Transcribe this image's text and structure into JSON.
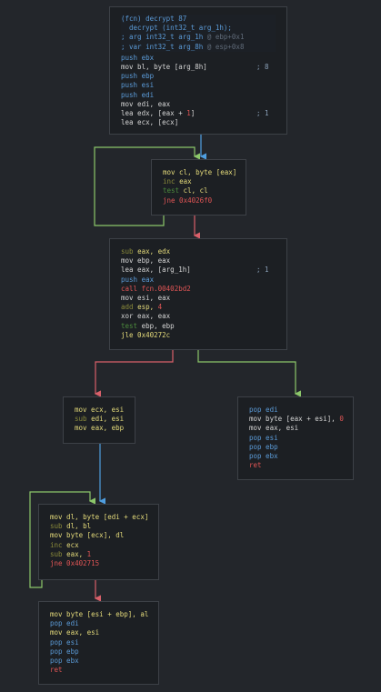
{
  "colors": {
    "edge_true": "#8cc76a",
    "edge_false": "#d9606a",
    "edge_jump": "#4f9ee0",
    "background": "#23262b",
    "block_bg": "#1c1f23"
  },
  "blocks": [
    {
      "id": "b1",
      "header": [
        [
          {
            "t": "(fcn) decrypt 87",
            "c": "t-blue"
          }
        ],
        [
          {
            "t": "  decrypt (int32_t arg_1h);",
            "c": "t-blue"
          }
        ],
        [
          {
            "t": "; arg int32_t arg_1h ",
            "c": "t-blue"
          },
          {
            "t": "@ ebp+0x1",
            "c": "t-dim"
          }
        ],
        [
          {
            "t": "; var int32_t arg_8h ",
            "c": "t-blue"
          },
          {
            "t": "@ esp+0x8",
            "c": "t-dim"
          }
        ]
      ],
      "lines": [
        [
          {
            "t": "push ebx",
            "c": "t-blue"
          }
        ],
        [
          {
            "t": "mov bl, byte [arg_8h]",
            "c": "t-white"
          },
          {
            "t": "            ; 8",
            "c": "t-cmt"
          }
        ],
        [
          {
            "t": "push ebp",
            "c": "t-blue"
          }
        ],
        [
          {
            "t": "push esi",
            "c": "t-blue"
          }
        ],
        [
          {
            "t": "push edi",
            "c": "t-blue"
          }
        ],
        [
          {
            "t": "mov edi, eax",
            "c": "t-white"
          }
        ],
        [
          {
            "t": "lea edx, [eax + ",
            "c": "t-white"
          },
          {
            "t": "1",
            "c": "t-red"
          },
          {
            "t": "]",
            "c": "t-white"
          },
          {
            "t": "               ; 1",
            "c": "t-cmt"
          }
        ],
        [
          {
            "t": "lea ecx, [ecx]",
            "c": "t-white"
          }
        ]
      ]
    },
    {
      "id": "b2",
      "lines": [
        [
          {
            "t": "mov cl, byte [eax]",
            "c": "t-yellow"
          }
        ],
        [
          {
            "t": "inc ",
            "c": "t-olive"
          },
          {
            "t": "eax",
            "c": "t-yellow"
          }
        ],
        [
          {
            "t": "test ",
            "c": "t-darkgreen"
          },
          {
            "t": "cl, cl",
            "c": "t-yellow"
          }
        ],
        [
          {
            "t": "jne 0x4026f0",
            "c": "t-red"
          }
        ]
      ]
    },
    {
      "id": "b3",
      "lines": [
        [
          {
            "t": "sub ",
            "c": "t-olive"
          },
          {
            "t": "eax, edx",
            "c": "t-yellow"
          }
        ],
        [
          {
            "t": "mov ebp, eax",
            "c": "t-white"
          }
        ],
        [
          {
            "t": "lea eax, [arg_1h]",
            "c": "t-white"
          },
          {
            "t": "                ; 1",
            "c": "t-cmt"
          }
        ],
        [
          {
            "t": "push eax",
            "c": "t-blue"
          }
        ],
        [
          {
            "t": "call fcn.00402bd2",
            "c": "t-red"
          }
        ],
        [
          {
            "t": "mov esi, eax",
            "c": "t-white"
          }
        ],
        [
          {
            "t": "add ",
            "c": "t-olive"
          },
          {
            "t": "esp, ",
            "c": "t-yellow"
          },
          {
            "t": "4",
            "c": "t-red"
          }
        ],
        [
          {
            "t": "xor eax, eax",
            "c": "t-white"
          }
        ],
        [
          {
            "t": "test ",
            "c": "t-darkgreen"
          },
          {
            "t": "ebp, ebp",
            "c": "t-white"
          }
        ],
        [
          {
            "t": "jle 0x40272c",
            "c": "t-yellow"
          }
        ]
      ]
    },
    {
      "id": "b4",
      "lines": [
        [
          {
            "t": "mov ecx, esi",
            "c": "t-yellow"
          }
        ],
        [
          {
            "t": "sub ",
            "c": "t-olive"
          },
          {
            "t": "edi, esi",
            "c": "t-yellow"
          }
        ],
        [
          {
            "t": "mov eax, ebp",
            "c": "t-yellow"
          }
        ]
      ]
    },
    {
      "id": "b5",
      "lines": [
        [
          {
            "t": "pop edi",
            "c": "t-blue"
          }
        ],
        [
          {
            "t": "mov byte [eax + esi], ",
            "c": "t-white"
          },
          {
            "t": "0",
            "c": "t-red"
          }
        ],
        [
          {
            "t": "mov eax, esi",
            "c": "t-white"
          }
        ],
        [
          {
            "t": "pop esi",
            "c": "t-blue"
          }
        ],
        [
          {
            "t": "pop ebp",
            "c": "t-blue"
          }
        ],
        [
          {
            "t": "pop ebx",
            "c": "t-blue"
          }
        ],
        [
          {
            "t": "ret",
            "c": "t-red"
          }
        ]
      ]
    },
    {
      "id": "b6",
      "lines": [
        [
          {
            "t": "mov dl, byte [edi + ecx]",
            "c": "t-yellow"
          }
        ],
        [
          {
            "t": "sub ",
            "c": "t-olive"
          },
          {
            "t": "dl, bl",
            "c": "t-yellow"
          }
        ],
        [
          {
            "t": "mov byte [ecx], dl",
            "c": "t-yellow"
          }
        ],
        [
          {
            "t": "inc ",
            "c": "t-olive"
          },
          {
            "t": "ecx",
            "c": "t-yellow"
          }
        ],
        [
          {
            "t": "sub ",
            "c": "t-olive"
          },
          {
            "t": "eax, ",
            "c": "t-yellow"
          },
          {
            "t": "1",
            "c": "t-red"
          }
        ],
        [
          {
            "t": "jne 0x402715",
            "c": "t-red"
          }
        ]
      ]
    },
    {
      "id": "b7",
      "lines": [
        [
          {
            "t": "mov byte [esi + ebp], al",
            "c": "t-yellow"
          }
        ],
        [
          {
            "t": "pop edi",
            "c": "t-blue"
          }
        ],
        [
          {
            "t": "mov eax, esi",
            "c": "t-yellow"
          }
        ],
        [
          {
            "t": "pop esi",
            "c": "t-blue"
          }
        ],
        [
          {
            "t": "pop ebp",
            "c": "t-blue"
          }
        ],
        [
          {
            "t": "pop ebx",
            "c": "t-blue"
          }
        ],
        [
          {
            "t": "ret",
            "c": "t-red"
          }
        ]
      ]
    }
  ]
}
